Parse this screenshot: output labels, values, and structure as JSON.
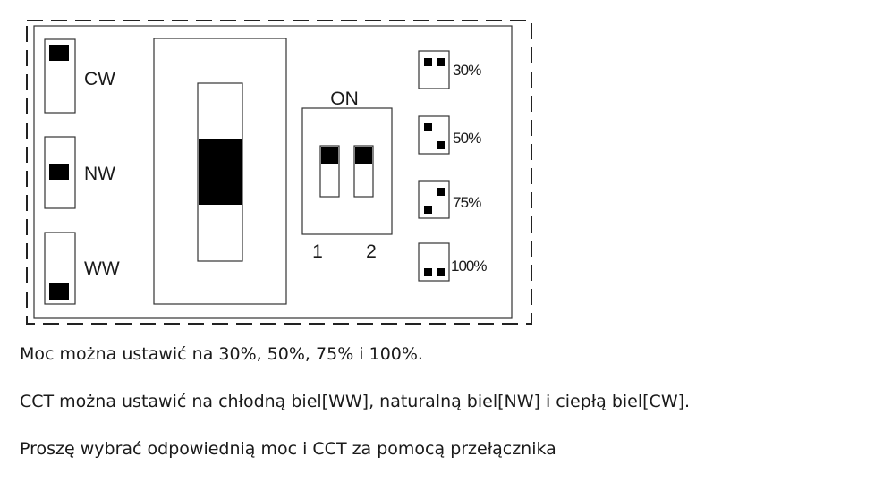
{
  "cct_switch": {
    "options": [
      {
        "label": "CW",
        "knob": "top"
      },
      {
        "label": "NW",
        "knob": "middle"
      },
      {
        "label": "WW",
        "knob": "bottom"
      }
    ]
  },
  "dip_switch": {
    "on_label": "ON",
    "positions": [
      "1",
      "2"
    ]
  },
  "power_settings": [
    {
      "label": "30%",
      "pattern": [
        1,
        1,
        0,
        0
      ]
    },
    {
      "label": "50%",
      "pattern": [
        1,
        0,
        0,
        1
      ]
    },
    {
      "label": "75%",
      "pattern": [
        0,
        1,
        1,
        0
      ]
    },
    {
      "label": "100%",
      "pattern": [
        0,
        0,
        1,
        1
      ]
    }
  ],
  "captions": {
    "power": "Moc można ustawić na 30%, 50%, 75% i 100%.",
    "cct": "CCT można ustawić na chłodną biel[WW], naturalną biel[NW] i ciepłą biel[CW].",
    "instruction": "Proszę wybrać odpowiednią moc i CCT za pomocą przełącznika"
  },
  "colors": {
    "line": "#222222",
    "fill": "#000000"
  }
}
